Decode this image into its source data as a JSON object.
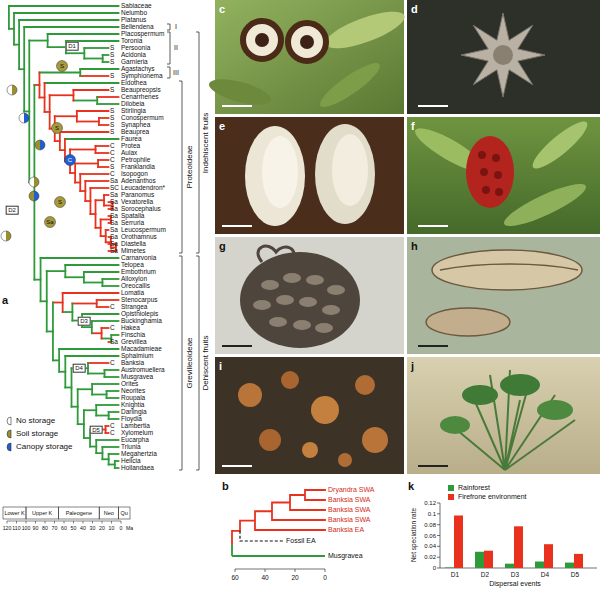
{
  "diagram": {
    "nodes": [
      {
        "text": [
          "D1"
        ]
      },
      {
        "text": [
          "D2"
        ]
      },
      {
        "text": [
          "D3"
        ]
      },
      {
        "text": [
          "D4"
        ]
      },
      {
        "text": [
          "D5"
        ]
      }
    ],
    "labels": [
      "Sabiaceae",
      "Nelumbo",
      "Platanus",
      "Bellendena",
      "Placospermum",
      "Toronia",
      "S",
      "Persoonia",
      "S",
      "Acidonia",
      "S",
      "Garnieria",
      "Agastachys",
      "S",
      "Symphionema",
      "Eidothea",
      "S",
      "Beaupreopsis",
      "Cenarrhenes",
      "Dilobeia",
      "S",
      "Stirlingia",
      "S",
      "Conospermum",
      "S",
      "Synaphea",
      "S",
      "Beauprea",
      "Faurea",
      "C",
      "Protea",
      "C",
      "Aulax",
      "C",
      "Petrophile",
      "S",
      "Franklandia",
      "C",
      "Isopogon",
      "Sa",
      "Adenanthos",
      "SC",
      "Leucadendron*",
      "Sa",
      "Paranomus",
      "Sa",
      "Vexatorella",
      "Sa",
      "Sorocephalus",
      "Sa",
      "Spatalla",
      "Sa",
      "Serruria",
      "Sa",
      "Leucospermum",
      "Sa",
      "Orothamnus",
      "Sa",
      "Diastella",
      "Sa",
      "Mimetes",
      "Carnarvonia",
      "Telopea",
      "Embothrium",
      "Alloxylon",
      "Oreocallis",
      "Lomatia",
      "Stenocarpus",
      "C",
      "Strangea",
      "Opisthiolepis",
      "Buckinghamia",
      "C",
      "Hakea",
      "Finschia",
      "Sa",
      "Grevillea",
      "Macadamieae",
      "Sphalmium",
      "C",
      "Banksia",
      "Austromuellera",
      "Musgravea",
      "Orites",
      "Neorites",
      "Roupala",
      "Knightia",
      "Darlingia",
      "Floydia",
      "C",
      "Lambertia",
      "C",
      "Xylomelum",
      "Eucarpha",
      "Triunia",
      "Megahertzia",
      "Helicia",
      "Hollandaea",
      "I",
      "II",
      "III",
      "Proteoideae",
      "Indehiscent fruits",
      "Grevilleoideae",
      "Dehiscent fruits",
      "S",
      "S",
      "C",
      "S",
      "Sa",
      "a",
      "b",
      "k",
      "c",
      "d",
      "e",
      "f",
      "g",
      "h",
      "i",
      "j",
      "Lower K",
      "Upper K",
      "Paleogene",
      "Neo",
      "Qu",
      "120",
      "110",
      "100",
      "90",
      "80",
      "70",
      "60",
      "50",
      "40",
      "30",
      "20",
      "10",
      "0",
      "Ma",
      "Dryandra SWA",
      "Banksia SWA",
      "Banksia SWA",
      "Banksia SWA",
      "Banksia EA",
      "Fossil EA",
      "Musgravea",
      "60",
      "40",
      "20",
      "0",
      "0.12",
      "0.1",
      "0.08",
      "0.06",
      "0.04",
      "0.02",
      "0",
      "Net speciation rate",
      "D1",
      "D2",
      "D3",
      "D4",
      "D5",
      "Dispersal events"
    ],
    "legend": [
      {
        "text": "No storage",
        "color": "#ffffff"
      },
      {
        "text": "Soil storage",
        "color": "#9c8f2e"
      },
      {
        "text": "Canopy storage",
        "color": "#1f5fd6"
      },
      {
        "text": "Rainforest",
        "color": "#2f9a3a"
      },
      {
        "text": "Firefrone environment",
        "color": "#e8321e"
      }
    ]
  }
}
